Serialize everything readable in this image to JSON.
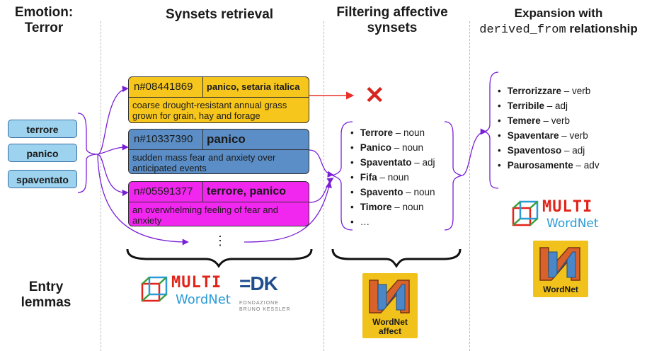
{
  "headers": {
    "emotion": "Emotion:\nTerror",
    "retrieval": "Synsets retrieval",
    "filtering": "Filtering affective\nsynsets",
    "expansion_prefix": "Expansion with",
    "expansion_code": "derived_from",
    "expansion_suffix": " relationship"
  },
  "entry_lemmas_label": "Entry\nlemmas",
  "lemmas": [
    "terrore",
    "panico",
    "spaventato"
  ],
  "synsets": [
    {
      "id": "n#08441869",
      "words": "panico, setaria italica",
      "gloss": "coarse drought-resistant annual grass grown for grain, hay and forage",
      "color": "#f7c61d"
    },
    {
      "id": "n#10337390",
      "words": "panico",
      "gloss": "sudden mass fear and anxiety over anticipated events",
      "color": "#5b8ec6"
    },
    {
      "id": "n#05591377",
      "words": "terrore, panico",
      "gloss": "an overwhelming feeling of fear and anxiety",
      "color": "#f227ef"
    }
  ],
  "more_marker": "⋮",
  "rejected_mark": "✕",
  "filtered": [
    {
      "word": "Terrore",
      "pos": "noun"
    },
    {
      "word": "Panico",
      "pos": "noun"
    },
    {
      "word": "Spaventato",
      "pos": "adj"
    },
    {
      "word": "Fifa",
      "pos": "noun"
    },
    {
      "word": "Spavento",
      "pos": "noun"
    },
    {
      "word": "Timore",
      "pos": "noun"
    },
    {
      "word": "",
      "pos": "…"
    }
  ],
  "expanded": [
    {
      "word": "Terrorizzare",
      "pos": "verb"
    },
    {
      "word": "Terribile",
      "pos": "adj"
    },
    {
      "word": "Temere",
      "pos": "verb"
    },
    {
      "word": "Spaventare",
      "pos": "verb"
    },
    {
      "word": "Spaventoso",
      "pos": "adj"
    },
    {
      "word": "Paurosamente",
      "pos": "adv"
    }
  ],
  "logos": {
    "multi": "MULTI",
    "wordnet": "WordNet",
    "fbk_line1": "FONDAZIONE",
    "fbk_line2": "BRUNO KESSLER",
    "fbk_mark": "=DK",
    "wn_affect_line1": "WordNet",
    "wn_affect_line2": "affect",
    "wn_label": "WordNet"
  },
  "colors": {
    "arrow": "#7a1fd6",
    "reject": "#e8302a",
    "lemma_fill": "#9dd3ef"
  }
}
